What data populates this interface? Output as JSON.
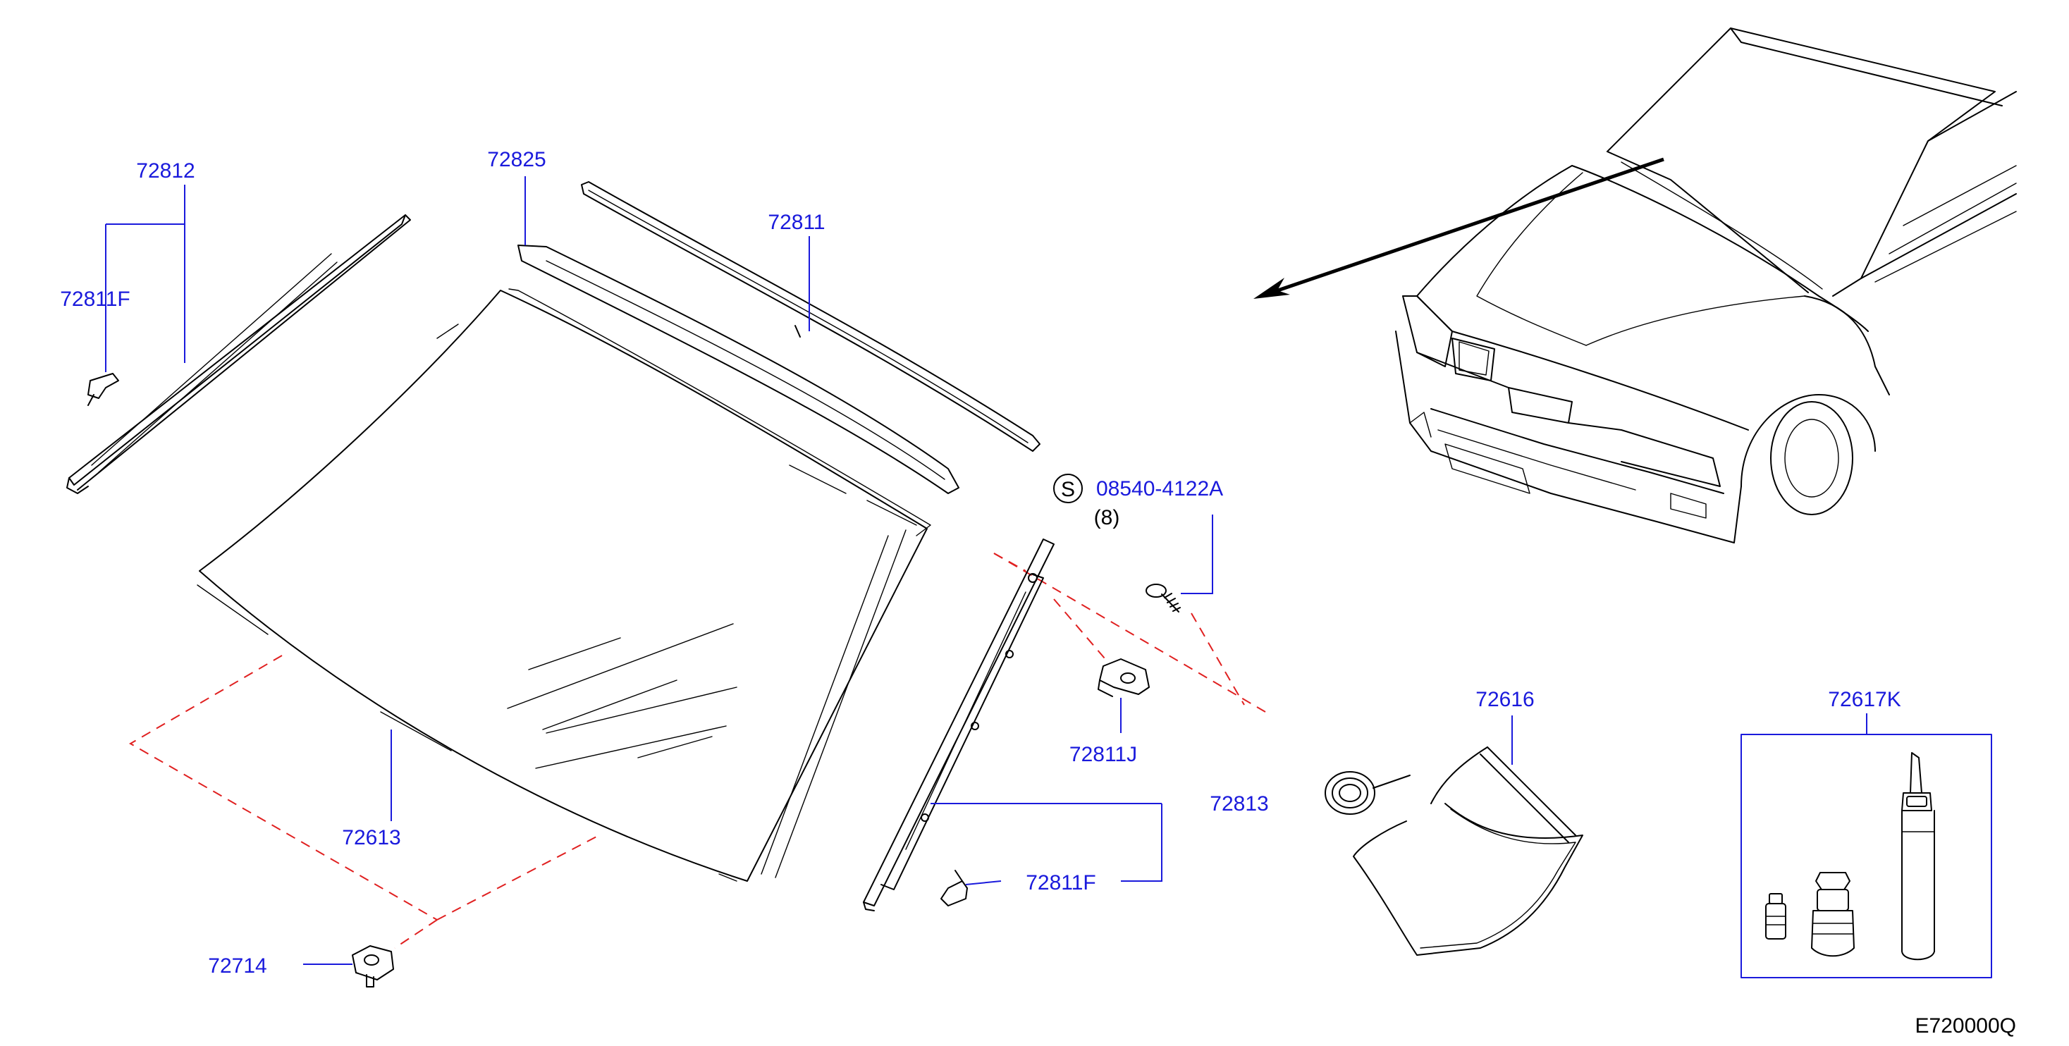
{
  "diagram_code": "E720000Q",
  "callouts": {
    "p72812": "72812",
    "p72811F_left": "72811F",
    "p72825": "72825",
    "p72811": "72811",
    "p08540": "08540-4122A",
    "p08540_qty": "(8)",
    "p08540_symbol": "S",
    "p72811J": "72811J",
    "p72813": "72813",
    "p72811F_right": "72811F",
    "p72613": "72613",
    "p72714": "72714",
    "p72616": "72616",
    "p72617K": "72617K"
  },
  "colors": {
    "callout_text": "#1a1adc",
    "leader_line": "#1a1adc",
    "dashed_guide": "#e02020",
    "linework": "#000000"
  }
}
